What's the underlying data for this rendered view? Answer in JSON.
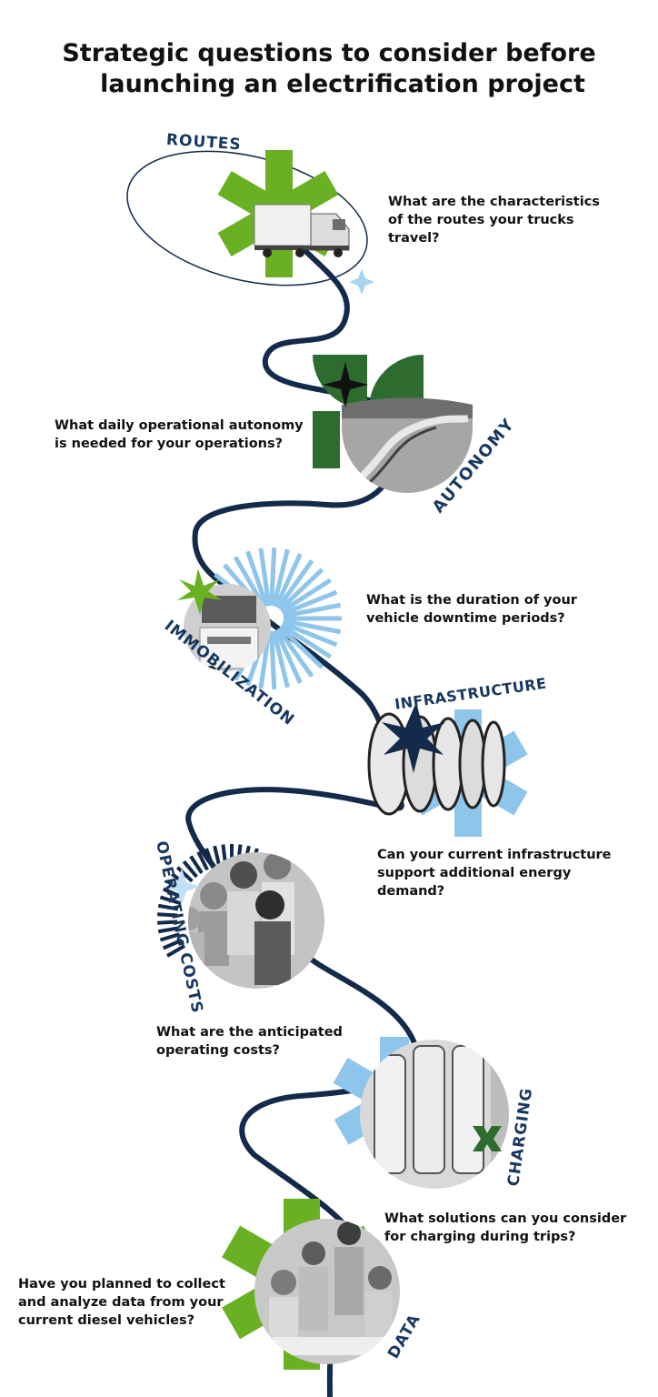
{
  "title": {
    "line1": "Strategic questions to consider before",
    "line2": "launching an electrification project"
  },
  "steps": [
    {
      "label": "ROUTES",
      "question": [
        "What are the characteristics",
        "of the routes your trucks",
        "travel?"
      ]
    },
    {
      "label": "AUTONOMY",
      "question": [
        "What daily operational autonomy",
        "is needed for your operations?"
      ]
    },
    {
      "label": "IMMOBILIZATION",
      "question": [
        "What is the duration of your",
        "vehicle downtime periods?"
      ]
    },
    {
      "label": "INFRASTRUCTURE",
      "question": [
        "Can your current infrastructure",
        "support additional energy",
        "demand?"
      ]
    },
    {
      "label": "OPERATING COSTS",
      "question": [
        "What are the anticipated",
        "operating costs?"
      ]
    },
    {
      "label": "CHARGING",
      "question": [
        "What solutions can you consider",
        "for charging during trips?"
      ]
    },
    {
      "label": "DATA",
      "question": [
        "Have you planned to collect",
        "and analyze data from your",
        "current diesel vehicles?"
      ]
    }
  ],
  "colors": {
    "navy": "#132a4a",
    "green": "#6ab023",
    "darkgreen": "#2e6b2f",
    "lightblue": "#8ec5ea",
    "photo_gray": "#9a9a9a"
  }
}
